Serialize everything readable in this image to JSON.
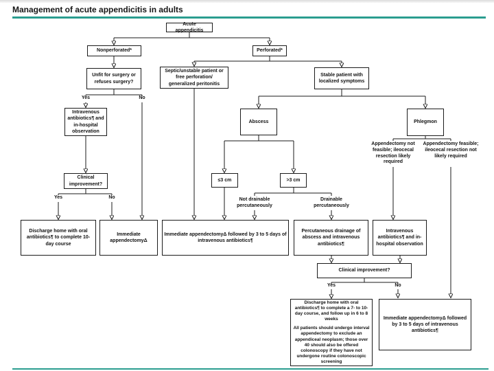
{
  "title": "Management of acute appendicitis in adults",
  "colors": {
    "accent": "#2a9d8f",
    "line": "#1a1a1a"
  },
  "nodes": {
    "acute": "Acute appendicitis",
    "nonperforated": "Nonperforated*",
    "perforated": "Perforated*",
    "unfit_surgery": "Unfit for surgery or refuses surgery?",
    "septic_unstable": "Septic/unstable patient or free perforation/ generalized peritonitis",
    "stable_patient": "Stable patient with localized symptoms",
    "iv_antibiotics_observation_left": "Intravenous antibiotics¶ and in-hospital observation",
    "clinical_improvement_left": "Clinical improvement?",
    "abscess": "Abscess",
    "phlegmon": "Phlegmon",
    "le_3cm": "≤3 cm",
    "gt_3cm": ">3 cm",
    "discharge_10day": "Discharge home with oral antibiotics¶ to complete 10-day course",
    "immediate_appendectomy": "Immediate appendectomyΔ",
    "immediate_appendectomy_iv": "Immediate appendectomyΔ followed by 3 to 5 days of intravenous antibiotics¶",
    "percutaneous_drainage": "Percutaneous drainage of abscess and intravenous antibiotics¶",
    "iv_antibiotics_observation_right": "Intravenous antibiotics¶ and in-hospital observation",
    "clinical_improvement_bottom": "Clinical improvement?",
    "discharge_interval_p1": "Discharge home with oral antibiotics¶ to complete a 7- to 10-day course, and follow up in 6 to 8 weeks",
    "discharge_interval_p2": "All patients should undergo interval appendectomy to exclude an appendiceal neoplasm; those over 40 should also be offered colonoscopy if they have not undergone routine colonoscopic screening",
    "immediate_appendectomy_iv2": "Immediate appendectomyΔ followed by 3 to 5 days of intravenous antibiotics¶"
  },
  "edge_labels": {
    "yes": "Yes",
    "no": "No",
    "not_drainable": "Not drainable percutaneously",
    "drainable": "Drainable percutaneously",
    "appendectomy_not_feasible": "Appendectomy not feasible; ileocecal resection likely required",
    "appendectomy_feasible": "Appendectomy feasible; ileocecal resection not likely required"
  }
}
